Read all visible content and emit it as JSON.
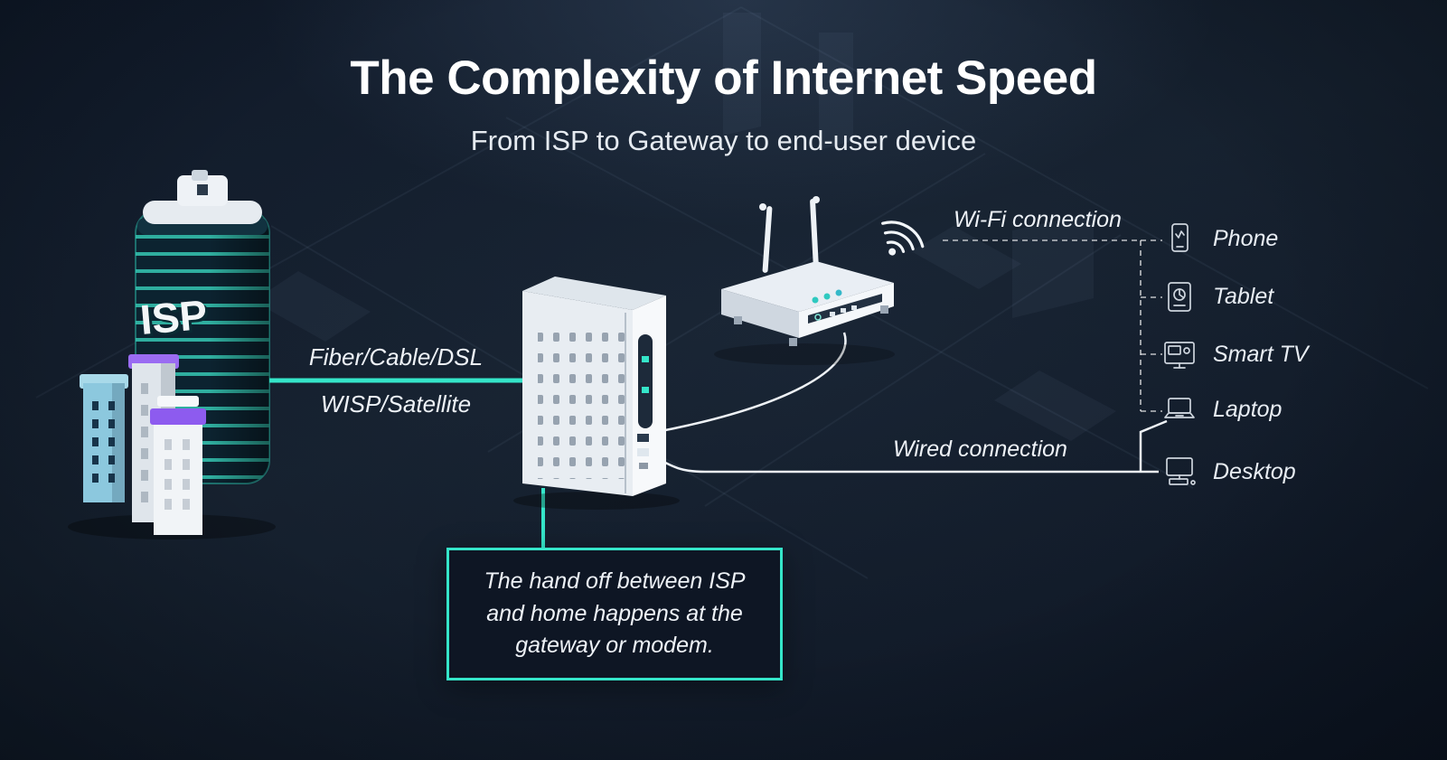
{
  "title": "The Complexity of Internet Speed",
  "subtitle": "From ISP to Gateway to end-user device",
  "isp_building": {
    "label": "ISP"
  },
  "links": {
    "isp_to_gateway_top": "Fiber/Cable/DSL",
    "isp_to_gateway_bottom": "WISP/Satellite",
    "wifi_label": "Wi-Fi connection",
    "wired_label": "Wired connection"
  },
  "devices": [
    {
      "label": "Phone"
    },
    {
      "label": "Tablet"
    },
    {
      "label": "Smart TV"
    },
    {
      "label": "Laptop"
    },
    {
      "label": "Desktop"
    }
  ],
  "callout": {
    "text": "The hand off between ISP and home happens at the gateway or modem."
  },
  "colors": {
    "accent_teal": "#35e5c9",
    "background": "#131c2c",
    "text": "#ffffff",
    "purple_accent": "#8d5bef",
    "light_blue_building": "#8cc8de"
  }
}
